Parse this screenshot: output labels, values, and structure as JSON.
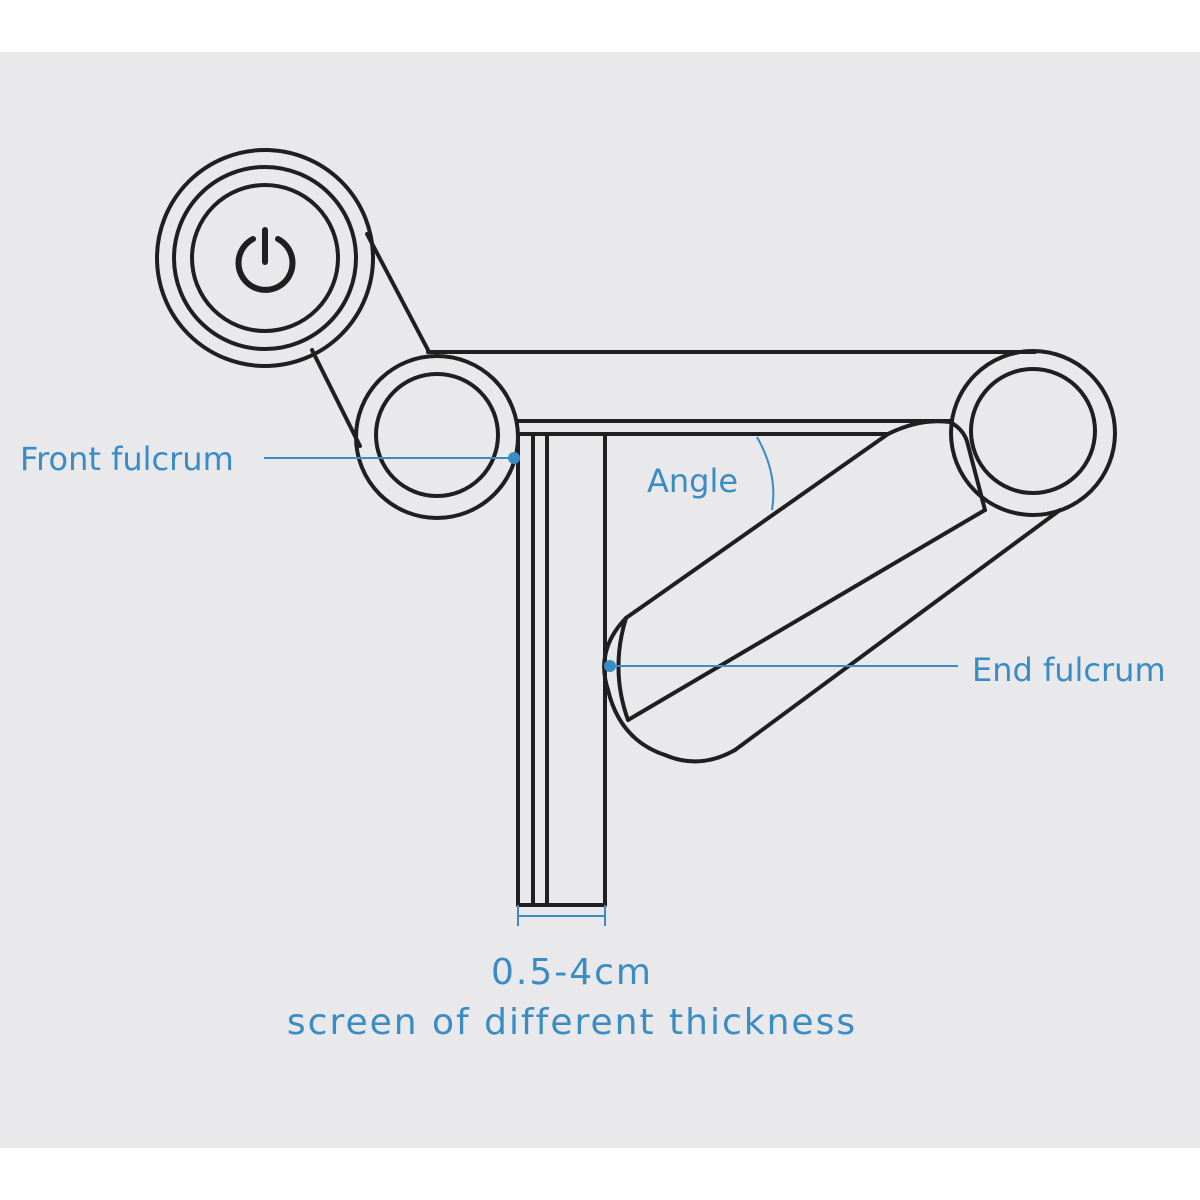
{
  "colors": {
    "background": "#e9e8eb",
    "frame": "#ffffff",
    "outline": "#1f1f1f",
    "accent": "#3a8cc4"
  },
  "icons": {
    "power": "power-icon"
  },
  "labels": {
    "front_fulcrum": "Front fulcrum",
    "angle": "Angle",
    "end_fulcrum": "End fulcrum",
    "thickness_range": "0.5-4cm",
    "thickness_caption": "screen of different thickness"
  }
}
